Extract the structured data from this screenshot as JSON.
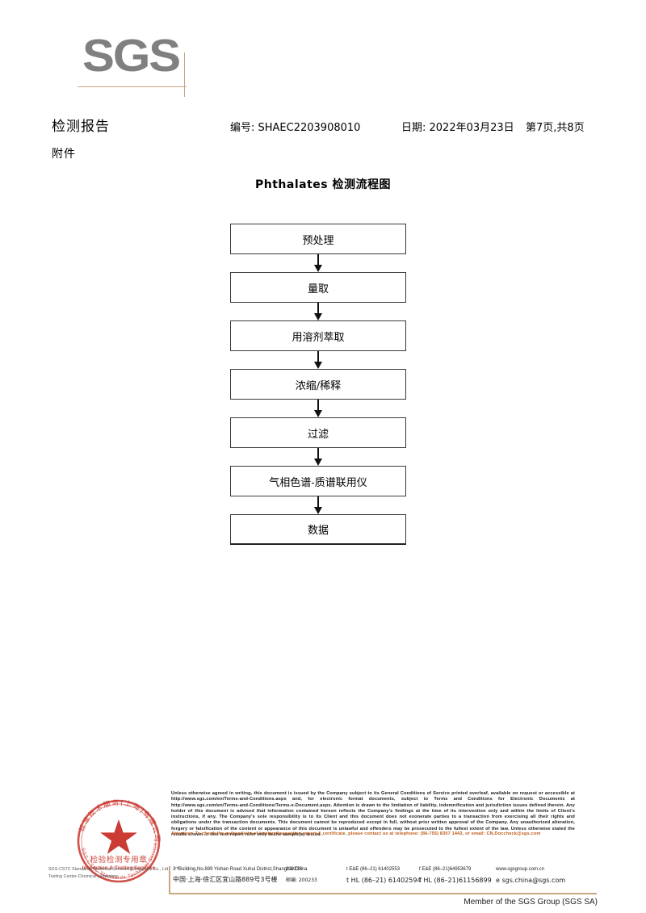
{
  "logo": {
    "text": "SGS"
  },
  "header": {
    "report_title": "检测报告",
    "attachment_label": "附件",
    "report_no": "编号: SHAEC2203908010",
    "date": "日期: 2022年03月23日",
    "page": "第7页,共8页"
  },
  "flow": {
    "title": "Phthalates 检测流程图",
    "steps": [
      {
        "label": "预处理"
      },
      {
        "label": "量取"
      },
      {
        "label": "用溶剂萃取"
      },
      {
        "label": "浓缩/稀释"
      },
      {
        "label": "过滤"
      },
      {
        "label": "气相色谱-质谱联用仪"
      },
      {
        "label": "数据"
      }
    ]
  },
  "stamp": {
    "chinese": "检验检测专用章",
    "english": "Inspection & Testing Services",
    "ring_top": "标准技术服务(上海)有限公司",
    "ring_bottom": "SGS-CSTC",
    "under_line1": "SGS-CSTC Standards Technical Services (Shanghai) Co., Ltd.",
    "under_line2": "Testing Center-Chemical Laboratory."
  },
  "footer": {
    "legal": "Unless otherwise agreed in writing, this document is issued by the Company subject to its General Conditions of Service printed overleaf, available on request or accessible at http://www.sgs.com/en/Terms-and-Conditions.aspx and, for electronic format documents, subject to Terms and Conditions for Electronic Documents at http://www.sgs.com/en/Terms-and-Conditions/Terms-e-Document.aspx. Attention is drawn to the limitation of liability, indemnification and jurisdiction issues defined therein. Any holder of this document is advised that information contained hereon reflects the Company's findings at the time of its intervention only and within the limits of Client's instructions, if any. The Company's sole responsibility is to its Client and this document does not exonerate parties to a transaction from exercising all their rights and obligations under the transaction documents. This document cannot be reproduced except in full, without prior written approval of the Company. Any unauthorized alteration, forgery or falsification of the content or appearance of this document is unlawful and offenders may be prosecuted to the fullest extent of the law. Unless otherwise stated the results shown in this test report refer only to the sample(s) tested .",
    "attention": "Attention: To check the authenticity of testing /inspection report & certificate, please contact us at telephone: (86-755) 8307 1443, or email: CN.Doccheck@sgs.com",
    "address_en": "3ʳᵈBuilding,No.889 Yishan Road Xuhui District,Shanghai China",
    "postcode_en": "200233",
    "address_cn": "中国·上海·徐汇区宜山路889号3号楼",
    "postcode_cn": "邮编: 200233",
    "tel_ee": "t E&E (86–21) 61402553",
    "fax_ee": "f E&E (86–21)64953679",
    "web": "www.sgsgroup.com.cn",
    "tel_hl": "t HL (86–21) 61402594",
    "fax_hl": "f HL (86–21)61156899",
    "email": "e  sgs.china@sgs.com",
    "member": "Member of the SGS Group (SGS SA)"
  },
  "colors": {
    "accent_tan": "#c8a882",
    "logo_gray": "#808080",
    "attention_orange": "#c05a16",
    "stamp_red": "#c8322a"
  }
}
